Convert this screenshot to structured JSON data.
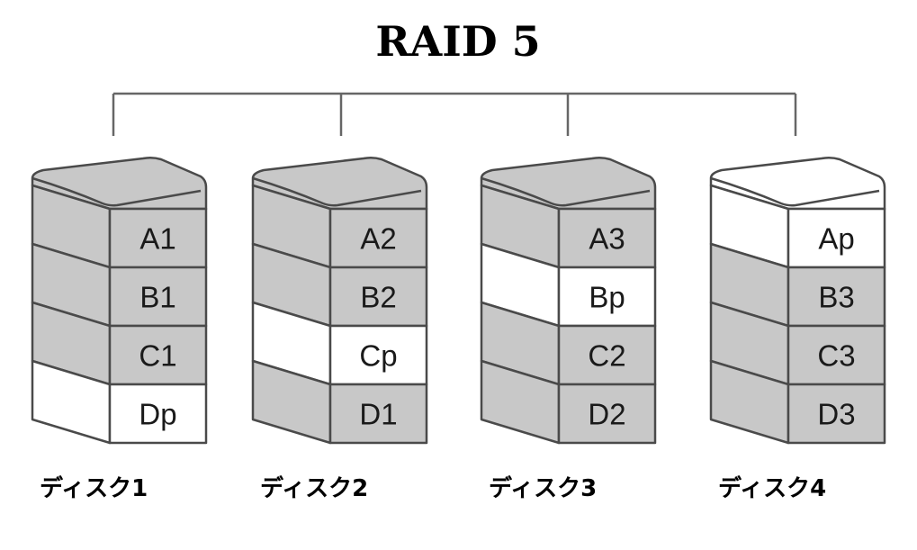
{
  "title": "RAID 5",
  "colors": {
    "data_block": "#c8c8c8",
    "parity_block": "#ffffff",
    "outline": "#4a4a4a",
    "connector": "#666666"
  },
  "disks": [
    {
      "label": "ディスク1",
      "blocks": [
        {
          "label": "A1",
          "parity": false
        },
        {
          "label": "B1",
          "parity": false
        },
        {
          "label": "C1",
          "parity": false
        },
        {
          "label": "Dp",
          "parity": true
        }
      ]
    },
    {
      "label": "ディスク2",
      "blocks": [
        {
          "label": "A2",
          "parity": false
        },
        {
          "label": "B2",
          "parity": false
        },
        {
          "label": "Cp",
          "parity": true
        },
        {
          "label": "D1",
          "parity": false
        }
      ]
    },
    {
      "label": "ディスク3",
      "blocks": [
        {
          "label": "A3",
          "parity": false
        },
        {
          "label": "Bp",
          "parity": true
        },
        {
          "label": "C2",
          "parity": false
        },
        {
          "label": "D2",
          "parity": false
        }
      ]
    },
    {
      "label": "ディスク4",
      "blocks": [
        {
          "label": "Ap",
          "parity": true
        },
        {
          "label": "B3",
          "parity": false
        },
        {
          "label": "C3",
          "parity": false
        },
        {
          "label": "D3",
          "parity": false
        }
      ]
    }
  ]
}
